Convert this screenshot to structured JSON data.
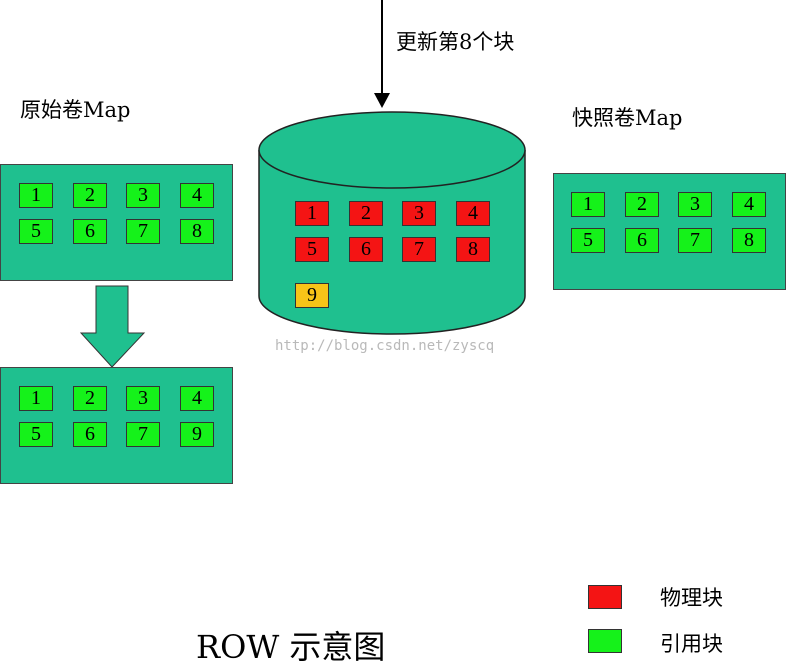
{
  "update_label": "更新第8个块",
  "original_map": {
    "title": "原始卷Map",
    "cells": [
      "1",
      "2",
      "3",
      "4",
      "5",
      "6",
      "7",
      "8"
    ]
  },
  "new_map": {
    "cells": [
      "1",
      "2",
      "3",
      "4",
      "5",
      "6",
      "7",
      "9"
    ]
  },
  "snapshot_map": {
    "title": "快照卷Map",
    "cells": [
      "1",
      "2",
      "3",
      "4",
      "5",
      "6",
      "7",
      "8"
    ]
  },
  "storage": {
    "physical_blocks": [
      "1",
      "2",
      "3",
      "4",
      "5",
      "6",
      "7",
      "8"
    ],
    "new_block": "9"
  },
  "watermark": "http://blog.csdn.net/zyscq",
  "legend": {
    "physical": "物理块",
    "reference": "引用块"
  },
  "caption": "ROW 示意图",
  "colors": {
    "map_bg": "#1fc08f",
    "reference_block": "#15f21a",
    "physical_block": "#f41414",
    "new_block": "#f8c418"
  }
}
